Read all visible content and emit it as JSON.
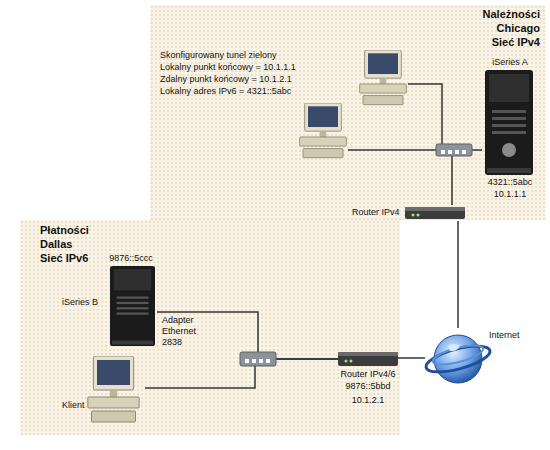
{
  "diagram": {
    "nodes": [
      {
        "text": [
          "Należności",
          "Chicago",
          "Sieć IPv4"
        ]
      },
      {
        "text": [
          "iSeries A",
          "4321::5abc",
          "10.1.1.1"
        ],
        "in": 0
      },
      {
        "text": [
          "Router IPv4"
        ],
        "in": 0
      },
      {
        "text": [
          "Płatności",
          "Dallas",
          "Sieć IPv6"
        ]
      },
      {
        "text": [
          "9876::5ccc",
          "iSeries B"
        ],
        "in": 3
      },
      {
        "text": [
          "Router IPv4/6",
          "9876::5bbd",
          "10.1.2.1"
        ],
        "in": 3
      },
      {
        "text": [
          "Klient"
        ],
        "in": 3
      },
      {
        "text": [
          "Internet"
        ]
      }
    ],
    "edges": [
      {
        "from": 7,
        "to": 2,
        "arrow": "none"
      },
      {
        "from": 7,
        "to": 5,
        "arrow": "none"
      },
      {
        "from": 2,
        "to": 1,
        "arrow": "none"
      },
      {
        "from": 5,
        "to": 6,
        "arrow": "none"
      },
      {
        "from": 5,
        "to": 4,
        "arrow": "none"
      }
    ],
    "labels": [
      "Skonfigurowany tunel zielony",
      "Lokalny punkt końcowy = 10.1.1.1",
      "Zdalny punkt końcowy = 10.1.2.1",
      "Lokalny adres IPv6 = 4321::5abc",
      "Adapter Ethernet 2838"
    ]
  }
}
